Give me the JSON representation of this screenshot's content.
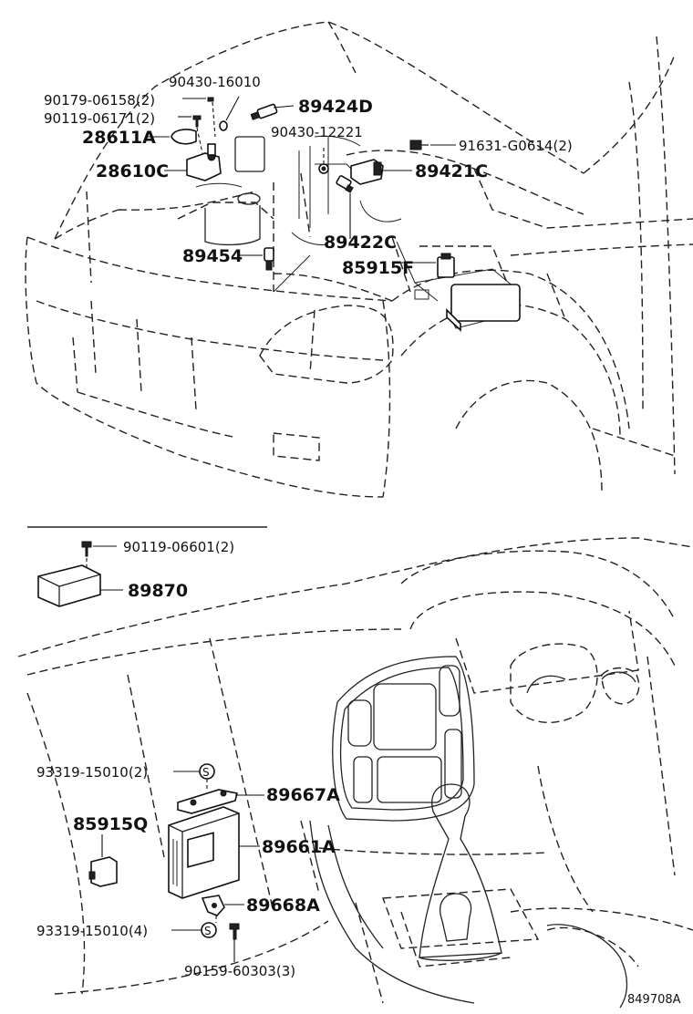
{
  "labels": {
    "p90430_16010": "90430-16010",
    "p90179_06158": "90179-06158(2)",
    "p89424D": "89424D",
    "p90119_06171": "90119-06171(2)",
    "p28611A": "28611A",
    "p90430_12221": "90430-12221",
    "p91631_G0614": "91631-G0614(2)",
    "p28610C": "28610C",
    "p89421C": "89421C",
    "p89422C": "89422C",
    "p89454": "89454",
    "p85915F": "85915F",
    "p90119_06601": "90119-06601(2)",
    "p89870": "89870",
    "p93319_15010_2": "93319-15010(2)",
    "p89667A": "89667A",
    "p85915Q": "85915Q",
    "p89661A": "89661A",
    "p89668A": "89668A",
    "p93319_15010_4": "93319-15010(4)",
    "p90159_60303": "90159-60303(3)"
  },
  "diagram_id": "849708A",
  "washer_mark": "S"
}
